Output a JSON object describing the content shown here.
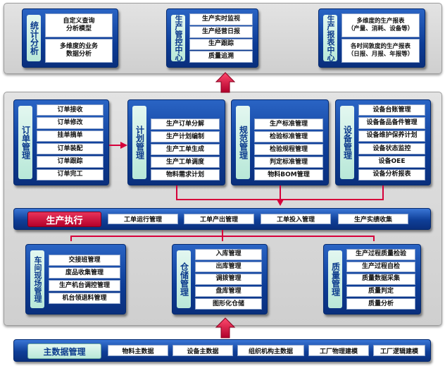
{
  "top_modules": [
    {
      "label": "统计分析",
      "items": [
        "自定义查询\n分析模型",
        "多维度的业务\n数据分析"
      ]
    },
    {
      "label": "生产管控中心",
      "items": [
        "生产实时监视",
        "生产经营日报",
        "生产跟踪",
        "质量追溯"
      ]
    },
    {
      "label": "生产报表中心",
      "items": [
        "多维度的生产报表\n（产量、消耗、设备等）",
        "各时间敦度的生产报表\n（日报、月报、年报等）"
      ]
    }
  ],
  "mid_modules": [
    {
      "label": "订单管理",
      "items": [
        "订单接收",
        "订单修改",
        "挂单摘单",
        "订单装配",
        "订单跟踪",
        "订单完工"
      ]
    },
    {
      "label": "计划管理",
      "items": [
        "生产订单分解",
        "生产计划编制",
        "生产工单生成",
        "生产工单调度",
        "物料需求计划"
      ]
    },
    {
      "label": "规范管理",
      "items": [
        "生产标准管理",
        "检验标准管理",
        "检验规程管理",
        "判定标准管理",
        "物料BOM管理"
      ]
    },
    {
      "label": "设备管理",
      "items": [
        "设备台账管理",
        "设备备品备件管理",
        "设备维护保养计划",
        "设备状态监控",
        "设备OEE",
        "设备分析报表"
      ]
    }
  ],
  "execution": {
    "title": "生产执行",
    "items": [
      "工单运行管理",
      "工单产出管理",
      "工单投入管理",
      "生产实绩收集"
    ]
  },
  "bottom_modules": [
    {
      "label": "车间现场管理",
      "items": [
        "交接班管理",
        "废品收集管理",
        "生产机台调控管理",
        "机台领退料管理"
      ]
    },
    {
      "label": "仓储管理",
      "items": [
        "入库管理",
        "出库管理",
        "调拨管理",
        "盘库管理",
        "图形化仓储"
      ]
    },
    {
      "label": "质量管理",
      "items": [
        "生产过程质量检验",
        "生产过程自检",
        "质量数据采集",
        "质量判定",
        "质量分析"
      ]
    }
  ],
  "master_data": {
    "title": "主数据管理",
    "items": [
      "物料主数据",
      "设备主数据",
      "组织机构主数据",
      "工厂物理建模",
      "工厂逻辑建模"
    ]
  },
  "colors": {
    "module_blue": "#0d3c96",
    "label_mint": "#e3f7f0",
    "accent_red": "#d6003a",
    "zone_gray": "#d8d8d8"
  }
}
